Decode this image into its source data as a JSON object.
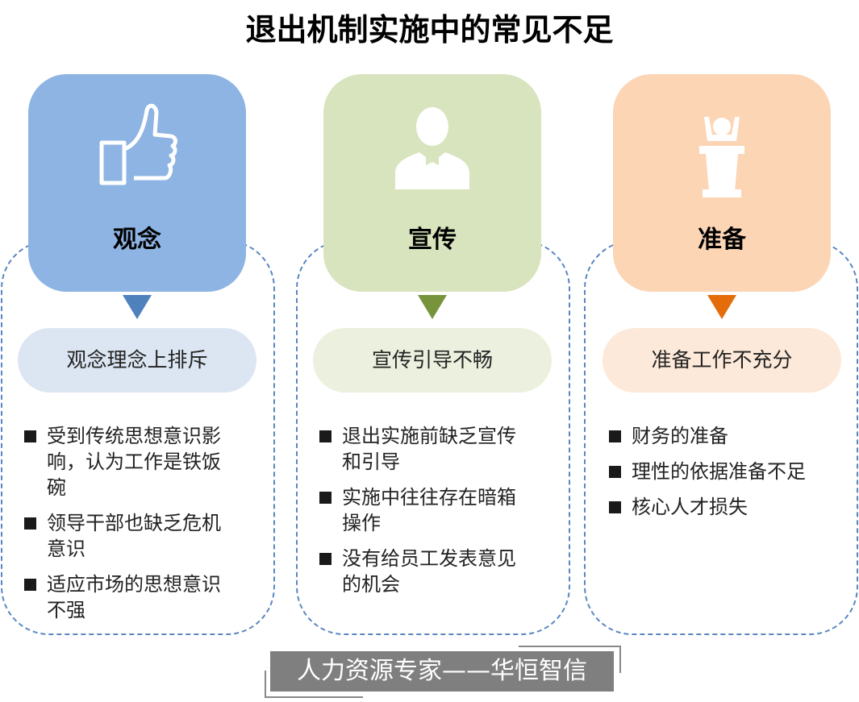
{
  "title": "退出机制实施中的常见不足",
  "columns": [
    {
      "heading": "观念",
      "icon": "thumbs-up-icon",
      "summary": "观念理念上排斥",
      "bullets": [
        "受到传统思想意识影响，认为工作是铁饭碗",
        "领导干部也缺乏危机意识",
        "适应市场的思想意识不强"
      ],
      "colors": {
        "card": "#8eb4e3",
        "triangle": "#4f81bd",
        "pill": "#dce6f2"
      }
    },
    {
      "heading": "宣传",
      "icon": "presenter-icon",
      "summary": "宣传引导不畅",
      "bullets": [
        "退出实施前缺乏宣传和引导",
        "实施中往往存在暗箱操作",
        "没有给员工发表意见的机会"
      ],
      "colors": {
        "card": "#d7e4bd",
        "triangle": "#77933c",
        "pill": "#ebf1de"
      }
    },
    {
      "heading": "准备",
      "icon": "podium-speaker-icon",
      "summary": "准备工作不充分",
      "bullets": [
        "财务的准备",
        "理性的依据准备不足",
        "核心人才损失"
      ],
      "colors": {
        "card": "#fcd5b5",
        "triangle": "#e46c0a",
        "pill": "#fde9d9"
      }
    }
  ],
  "footer": "人力资源专家——华恒智信"
}
